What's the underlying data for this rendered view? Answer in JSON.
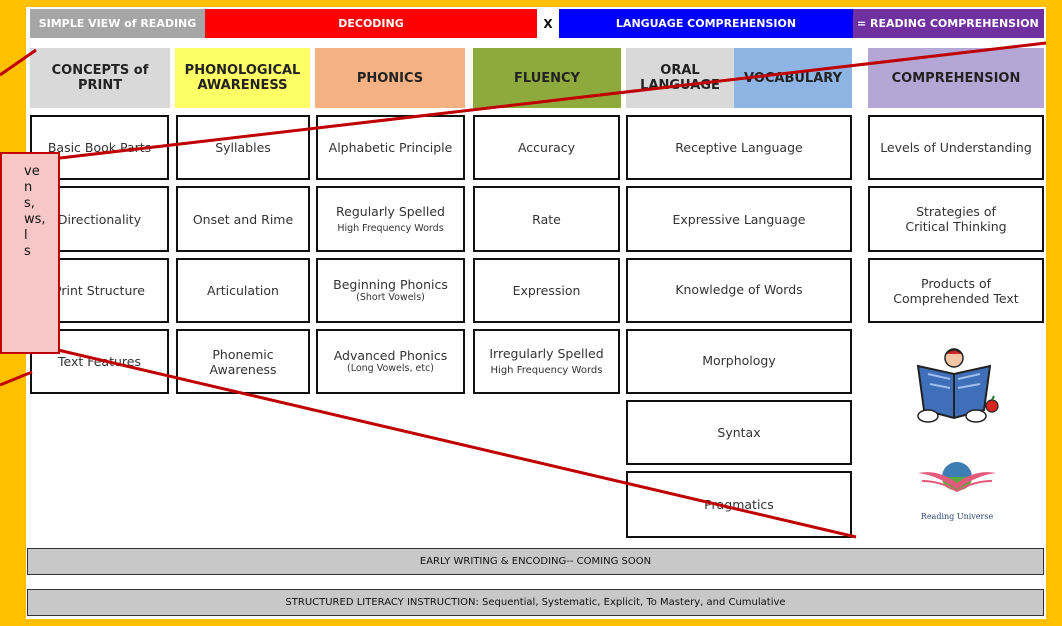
{
  "header": {
    "simple_view": "SIMPLE VIEW of READING",
    "decoding": "DECODING",
    "times": "X",
    "language_comprehension": "LANGUAGE COMPREHENSION",
    "reading_comprehension": "= READING COMPREHENSION"
  },
  "categories": {
    "concepts_of_print": "CONCEPTS of PRINT",
    "phonological_awareness": "PHONOLOGICAL AWARENESS",
    "phonics": "PHONICS",
    "fluency": "FLUENCY",
    "oral_language": "ORAL LANGUAGE",
    "vocabulary": "VOCABULARY",
    "comprehension": "COMPREHENSION"
  },
  "concepts_of_print": [
    "Basic Book Parts",
    "Directionality",
    "Print Structure",
    "Text Features"
  ],
  "phonological_awareness": [
    "Syllables",
    "Onset and Rime",
    "Articulation",
    "Phonemic Awareness"
  ],
  "phonics": [
    {
      "main": "Alphabetic Principle",
      "sub": ""
    },
    {
      "main": "Regularly Spelled",
      "sub": "High Frequency Words"
    },
    {
      "main": "Beginning Phonics",
      "sub": "(Short Vowels)"
    },
    {
      "main": "Advanced Phonics",
      "sub": "(Long Vowels, etc)"
    }
  ],
  "fluency": [
    {
      "main": "Accuracy",
      "sub": ""
    },
    {
      "main": "Rate",
      "sub": ""
    },
    {
      "main": "Expression",
      "sub": ""
    },
    {
      "main": "Irregularly Spelled",
      "sub": "High Frequency Words"
    }
  ],
  "language": [
    "Receptive Language",
    "Expressive Language",
    "Knowledge of Words",
    "Morphology",
    "Syntax",
    "Pragmatics"
  ],
  "comprehension": [
    "Levels of Understanding",
    "Strategies of Critical Thinking",
    "Products of Comprehended Text"
  ],
  "logo_text": "Reading Universe",
  "bars": {
    "early_writing": "EARLY WRITING & ENCODING-- COMING SOON",
    "structured_literacy": "STRUCTURED LITERACY INSTRUCTION: Sequential, Systematic, Explicit, To Mastery, and Cumulative"
  },
  "callout_fragments": [
    "ve",
    "n",
    "s,",
    "ws,",
    "l",
    "s"
  ],
  "colors": {
    "frame": "#ffc000",
    "simple_view": "#a6a6a6",
    "decoding": "#ff0000",
    "language": "#0000ff",
    "reading": "#7030a0",
    "concepts": "#d9d9d9",
    "phonological": "#ffff66",
    "phonics": "#f4b183",
    "fluency": "#8faa3c",
    "oral": "#d9d9d9",
    "vocabulary": "#8eb4e3",
    "comprehension": "#b4a7d6",
    "callout_bg": "#f7c6c6",
    "callout_border": "#c00000"
  }
}
